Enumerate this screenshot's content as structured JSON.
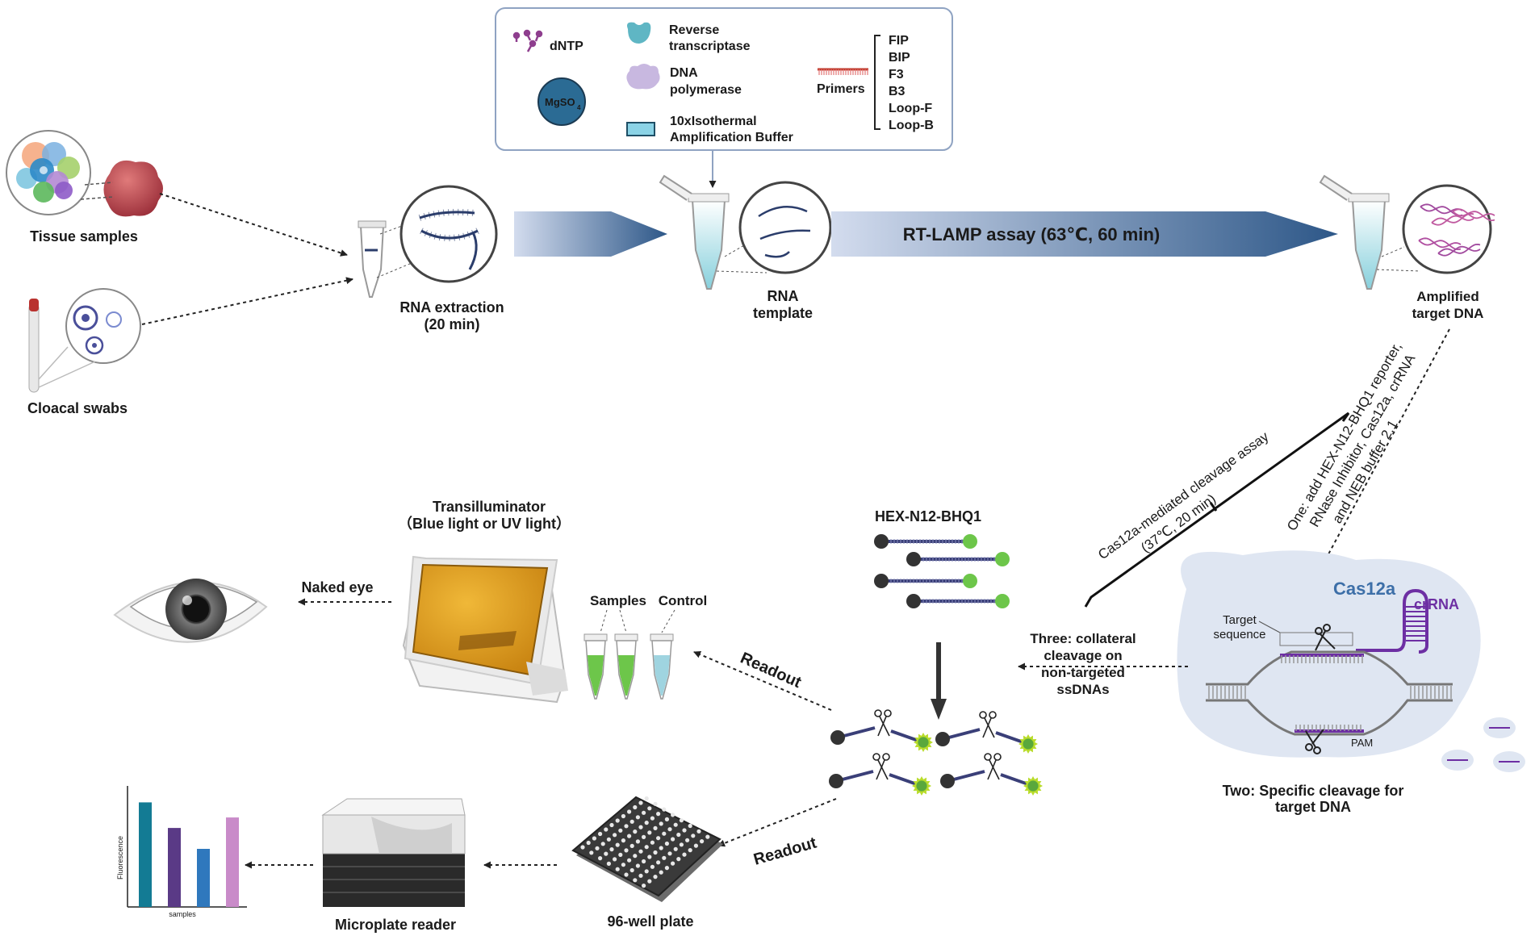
{
  "reagents": {
    "dntp": "dNTP",
    "reverse_transcriptase": [
      "Reverse",
      "transcriptase"
    ],
    "mgso4": "MgSO",
    "mgso4_sub": "4",
    "dna_polymerase": [
      "DNA",
      "polymerase"
    ],
    "buffer": [
      "10xIsothermal",
      "Amplification Buffer"
    ],
    "primers_label": "Primers",
    "primers": [
      "FIP",
      "BIP",
      "F3",
      "B3",
      "Loop-F",
      "Loop-B"
    ]
  },
  "samples": {
    "tissue": "Tissue samples",
    "cloacal": "Cloacal swabs"
  },
  "steps": {
    "rna_extraction": [
      "RNA extraction",
      "(20 min)"
    ],
    "rna_template": [
      "RNA",
      "template"
    ],
    "rt_lamp": "RT-LAMP assay (63℃, 60 min)",
    "amplified": [
      "Amplified",
      "target DNA"
    ],
    "cas12a_assay": [
      "Cas12a-mediated cleavage assay",
      "(37℃, 20 min)"
    ],
    "step_one": [
      "One: add HEX-N12-BHQ1 reporter,",
      "RNase Inhibitor, Cas12a, crRNA",
      "and NEB buffer 2.1"
    ],
    "step_two": [
      "Two: Specific cleavage for",
      "target DNA"
    ],
    "step_three": [
      "Three: collateral",
      "cleavage on",
      "non-targeted",
      "ssDNAs"
    ]
  },
  "cas12a_panel": {
    "cas12a": "Cas12a",
    "crrna": "crRNA",
    "target_sequence": [
      "Target",
      "sequence"
    ],
    "pam": "PAM"
  },
  "reporter": "HEX-N12-BHQ1",
  "readout": {
    "readout_upper": "Readout",
    "readout_lower": "Readout",
    "transilluminator": [
      "Transilluminator",
      "（Blue light or UV light）"
    ],
    "naked_eye": "Naked eye",
    "samples": "Samples",
    "control": "Control",
    "plate": "96-well plate",
    "reader": "Microplate reader",
    "chart_ylabel": "Fluorescence",
    "chart_xlabel": "samples"
  },
  "colors": {
    "arrow_light": "#c9d3ea",
    "arrow_dark": "#2d5788",
    "teal_tube": "#87d0dc",
    "green": "#6dc64a",
    "purple": "#5b2d8e",
    "cas12a_bg": "#dfe6f2",
    "cas12a_text": "#3d6fa8",
    "crrna_text": "#6d2fa3",
    "bar_teal": "#137b94",
    "bar_purple": "#5a3a86",
    "bar_blue": "#2f78bd",
    "bar_pink": "#c98bc9"
  },
  "chart_data": {
    "type": "bar",
    "xlabel": "samples",
    "ylabel": "Fluorescence",
    "values": [
      0.9,
      0.68,
      0.5,
      0.77
    ]
  }
}
